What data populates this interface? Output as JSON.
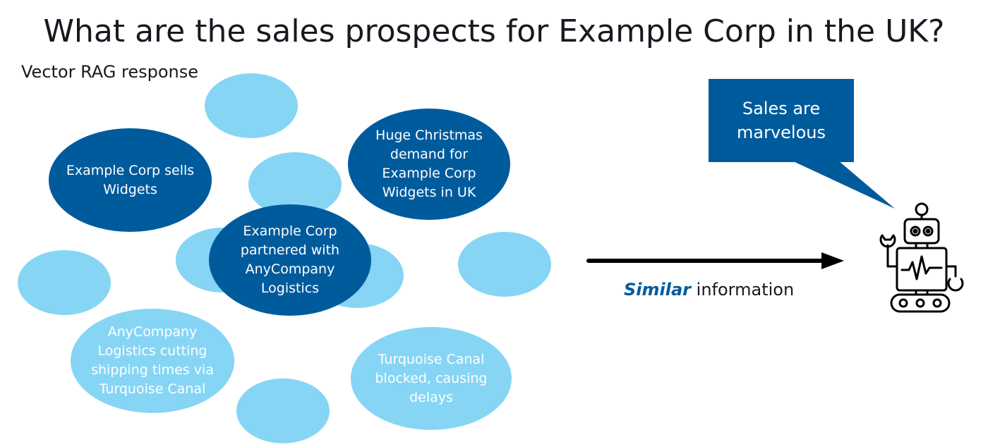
{
  "title": "What are the sales prospects for Example Corp in the UK?",
  "subtitle": "Vector RAG response",
  "colors": {
    "dark_blue": "#005b9d",
    "light_blue": "#86d5f5",
    "text": "#16191f",
    "white": "#ffffff"
  },
  "ellipses": {
    "corp_sells_widgets": "Example Corp sells\nWidgets",
    "christmas_demand": "Huge Christmas\ndemand for\nExample Corp\nWidgets in UK",
    "partnered_logistics": "Example Corp\npartnered with\nAnyCompany\nLogistics",
    "logistics_shipping": "AnyCompany\nLogistics cutting\nshipping times via\nTurquoise Canal",
    "canal_blocked": "Turquoise Canal\nblocked, causing\ndelays"
  },
  "callout": {
    "text": "Sales are\nmarvelous"
  },
  "arrow": {
    "emphasis": "Similar",
    "rest": " information"
  },
  "icons": {
    "robot": "robot-icon",
    "arrow": "right-arrow-icon"
  }
}
